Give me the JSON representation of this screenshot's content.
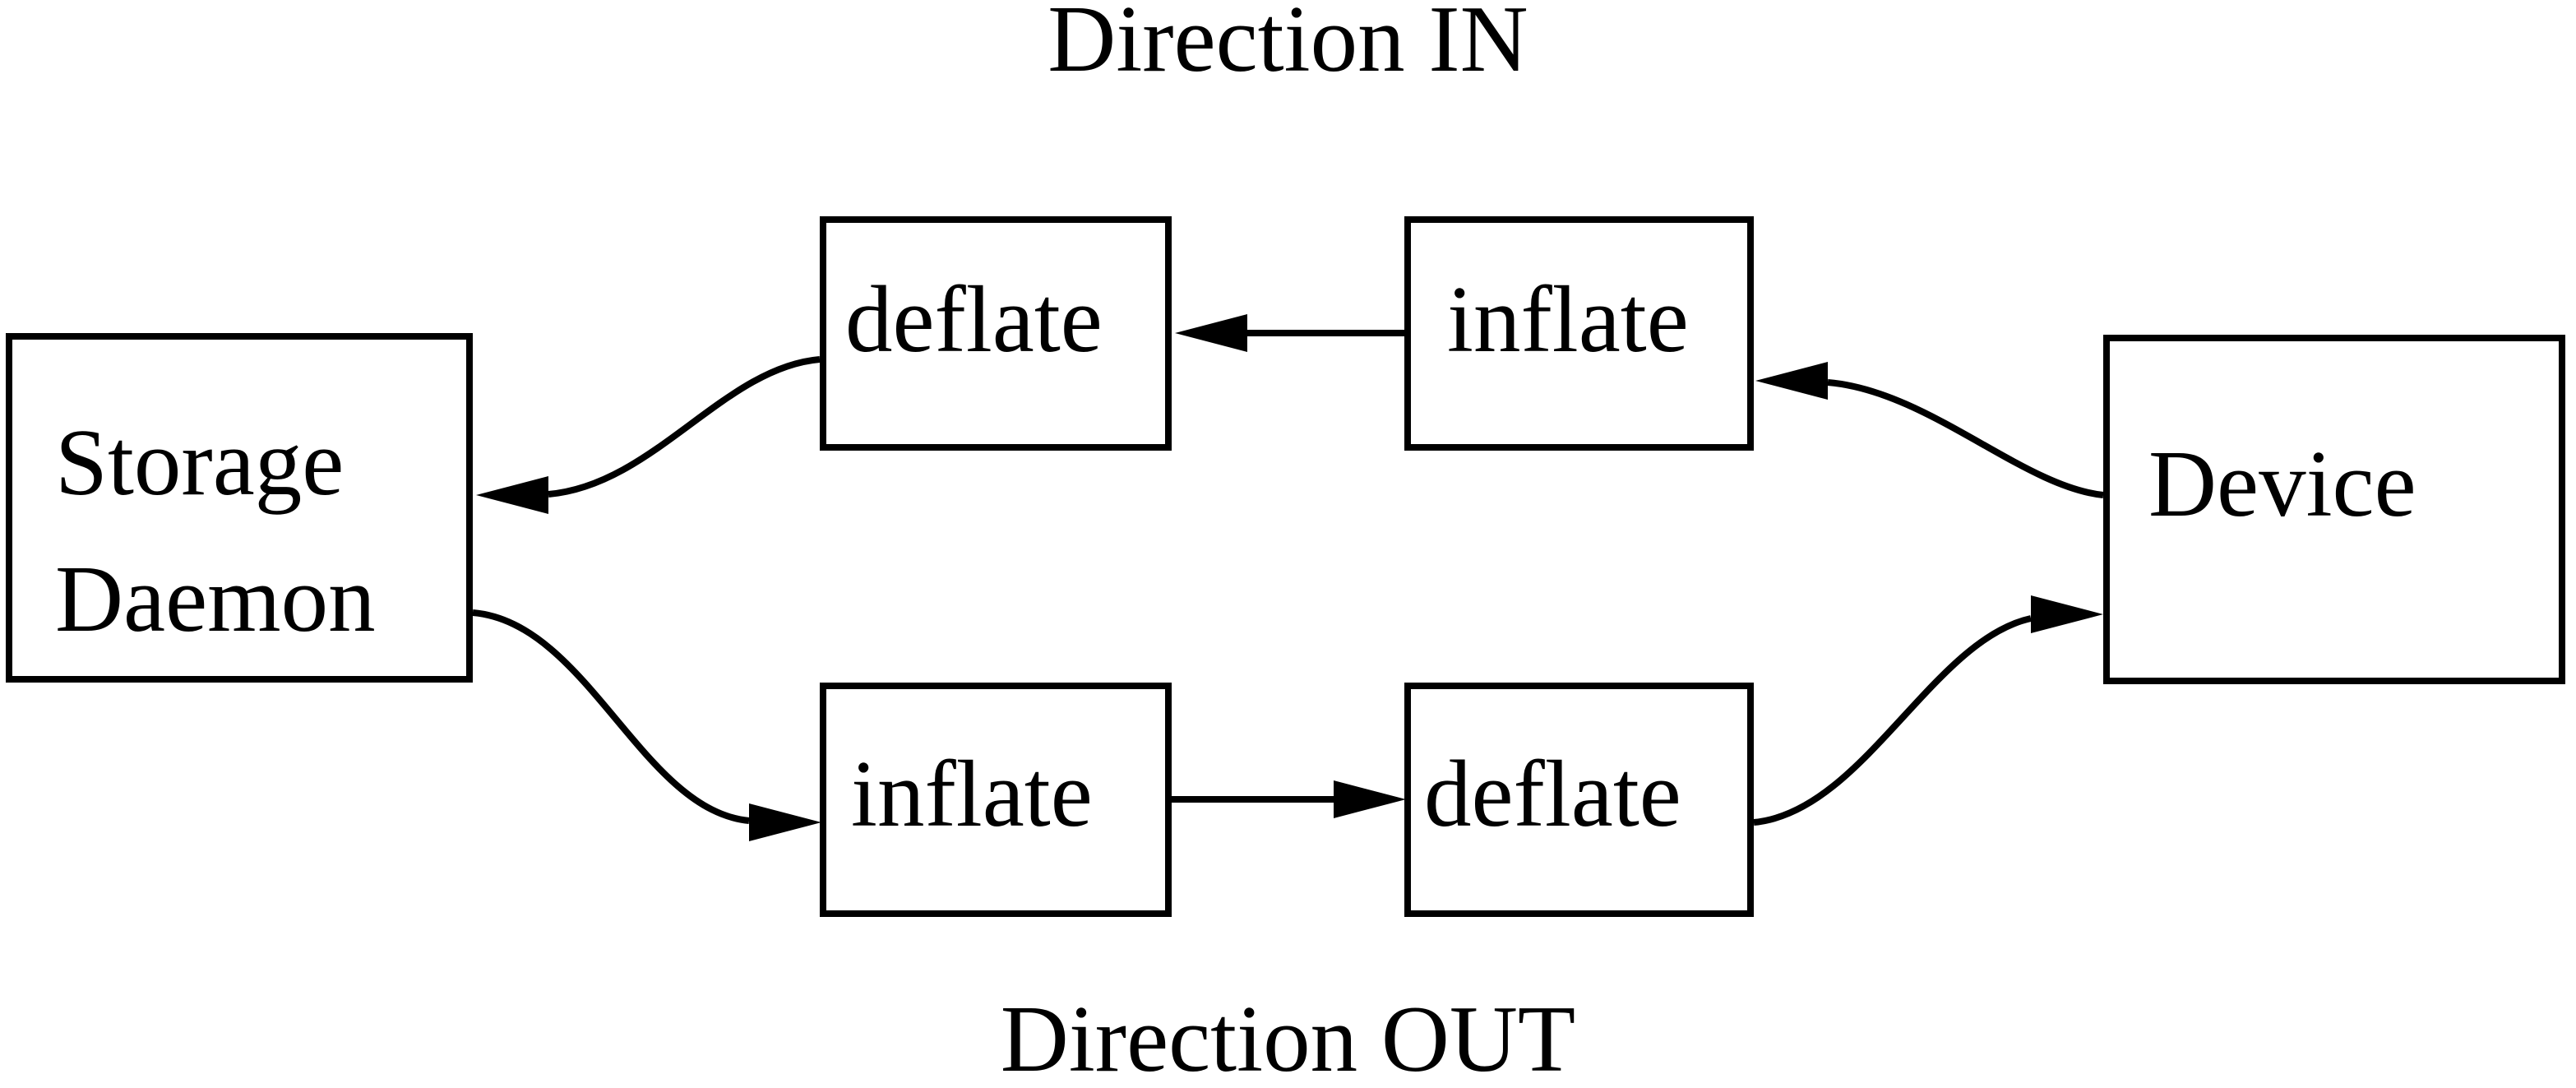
{
  "diagram": {
    "titles": {
      "top": "Direction IN",
      "bottom": "Direction OUT"
    },
    "nodes": {
      "storage_daemon": {
        "line1": "Storage",
        "line2": "Daemon"
      },
      "device": {
        "label": "Device"
      },
      "in_deflate": {
        "label": "deflate"
      },
      "in_inflate": {
        "label": "inflate"
      },
      "out_inflate": {
        "label": "inflate"
      },
      "out_deflate": {
        "label": "deflate"
      }
    },
    "edges": [
      {
        "flow": "Direction IN",
        "from": "Device",
        "to": "inflate (top)",
        "style": "curved"
      },
      {
        "flow": "Direction IN",
        "from": "inflate (top)",
        "to": "deflate (top)",
        "style": "straight"
      },
      {
        "flow": "Direction IN",
        "from": "deflate (top)",
        "to": "Storage Daemon",
        "style": "curved"
      },
      {
        "flow": "Direction OUT",
        "from": "Storage Daemon",
        "to": "inflate (bottom)",
        "style": "curved"
      },
      {
        "flow": "Direction OUT",
        "from": "inflate (bottom)",
        "to": "deflate (bottom)",
        "style": "straight"
      },
      {
        "flow": "Direction OUT",
        "from": "deflate (bottom)",
        "to": "Device",
        "style": "curved"
      }
    ],
    "colors": {
      "line": "#000000",
      "background": "#ffffff"
    }
  }
}
